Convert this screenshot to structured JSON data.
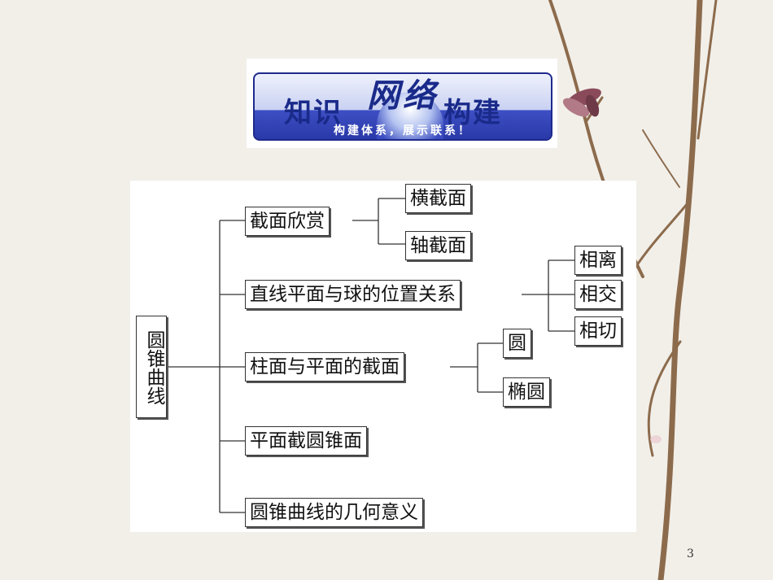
{
  "banner": {
    "left_title": "知识",
    "middle_title": "网络",
    "right_title": "构建",
    "subtitle": "构建体系，展示联系！"
  },
  "diagram": {
    "root": "圆锥曲线",
    "branches": {
      "b1": "截面欣赏",
      "b1_c1": "横截面",
      "b1_c2": "轴截面",
      "b2": "直线平面与球的位置关系",
      "b2_c1": "相离",
      "b2_c2": "相交",
      "b2_c3": "相切",
      "b3": "柱面与平面的截面",
      "b3_c1": "圆",
      "b3_c2": "椭圆",
      "b4": "平面截圆锥面",
      "b5": "圆锥曲线的几何意义"
    }
  },
  "page_number": "3",
  "colors": {
    "banner_blue": "#1a2a8a",
    "branch": "#7a5a3a",
    "blossom": "#8a4a5a"
  }
}
